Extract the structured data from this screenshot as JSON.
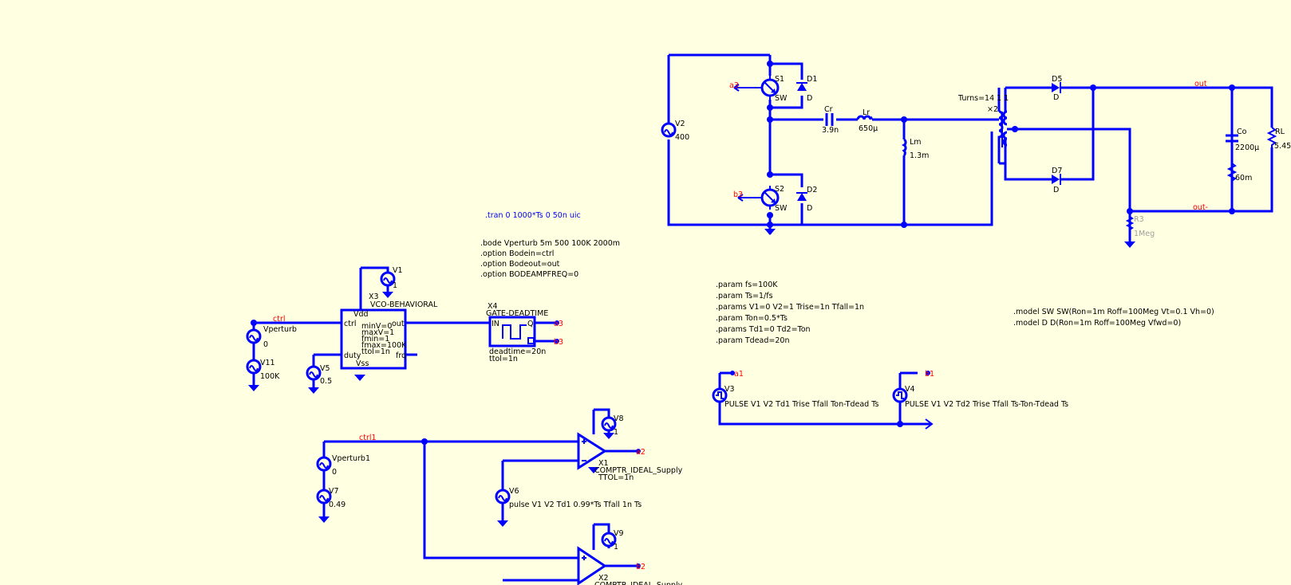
{
  "colors": {
    "background": "#ffffe1",
    "wire": "#0000ff",
    "net_label": "#ff0000",
    "directive_blue": "#0000ee",
    "disabled": "#a0a0a0"
  },
  "main_circuit": {
    "V2": {
      "name": "V2",
      "value": "400"
    },
    "S1": {
      "name": "S1",
      "value": "SW",
      "gate": "a3"
    },
    "S2": {
      "name": "S2",
      "value": "SW",
      "gate": "b3"
    },
    "D1": {
      "name": "D1",
      "value": "D"
    },
    "D2": {
      "name": "D2",
      "value": "D"
    },
    "Cr": {
      "name": "Cr",
      "value": "3.9n"
    },
    "Lr": {
      "name": "Lr",
      "value": "650µ"
    },
    "Lm": {
      "name": "Lm",
      "value": "1.3m"
    },
    "T1": {
      "turns": "Turns=14 1 1",
      "mult": "×2"
    },
    "D5": {
      "name": "D5",
      "value": "D"
    },
    "D7": {
      "name": "D7",
      "value": "D"
    },
    "Co": {
      "name": "Co",
      "value": "2200µ"
    },
    "Resr": {
      "value": "60m"
    },
    "RL": {
      "name": "RL",
      "value": "5.45"
    },
    "R3": {
      "name": "R3",
      "value": "1Meg"
    },
    "nets": {
      "out": "out",
      "out_neg": "out-"
    }
  },
  "directives": {
    "tran": ".tran 0 1000*Ts 0 50n uic",
    "bode": [
      ".bode Vperturb 5m 500 100K 2000m",
      ".option Bodein=ctrl",
      ".option Bodeout=out",
      ".option BODEAMPFREQ=0"
    ],
    "params": [
      ".param fs=100K",
      ".param Ts=1/fs",
      ".params V1=0 V2=1 Trise=1n Tfall=1n",
      ".param Ton=0.5*Ts",
      ".params Td1=0 Td2=Ton",
      ".param Tdead=20n"
    ],
    "models": [
      ".model SW SW(Ron=1m Roff=100Meg Vt=0.1 Vh=0)",
      ".model D D(Ron=1m Roff=100Meg Vfwd=0)"
    ]
  },
  "vco_block": {
    "X3": "X3",
    "type": "VCO-BEHAVIORAL",
    "pins": {
      "vdd": "Vdd",
      "vss": "Vss",
      "ctrl": "ctrl",
      "out": "out",
      "duty": "duty",
      "frq": "frq"
    },
    "params": [
      "minV=0",
      "maxV=1",
      "fmin=1",
      "fmax=100K",
      "ttol=1n"
    ],
    "V1": {
      "name": "V1",
      "value": "1"
    },
    "Vperturb": {
      "name": "Vperturb",
      "value": "0"
    },
    "V11": {
      "name": "V11",
      "value": "100K"
    },
    "V5": {
      "name": "V5",
      "value": "0.5"
    },
    "ctrl_net": "ctrl"
  },
  "deadtime_block": {
    "X4": "X4",
    "type": "GATE-DEADTIME",
    "pins": {
      "in": "IN",
      "q": "Q"
    },
    "params": [
      "deadtime=20n",
      "ttol=1n"
    ],
    "nets": {
      "a3": "a3",
      "b3": "b3"
    }
  },
  "pulse_sources": {
    "V3": {
      "name": "V3",
      "value": "PULSE V1 V2 Td1 Trise Tfall Ton-Tdead Ts",
      "net": "a1"
    },
    "V4": {
      "name": "V4",
      "value": "PULSE V1 V2 Td2 Trise Tfall Ts-Ton-Tdead Ts",
      "net": "b1"
    }
  },
  "comparator_section": {
    "ctrl_net": "ctrl1",
    "Vperturb1": {
      "name": "Vperturb1",
      "value": "0"
    },
    "V7": {
      "name": "V7",
      "value": "0.49"
    },
    "V6": {
      "name": "V6",
      "value": "pulse V1 V2 Td1 0.99*Ts Tfall 1n Ts"
    },
    "V8": {
      "name": "V8",
      "value": "1"
    },
    "V9": {
      "name": "V9",
      "value": "1"
    },
    "X1": {
      "name": "X1",
      "type": "COMPTR_IDEAL_Supply",
      "param": "TTOL=1n",
      "net": "a2"
    },
    "X2": {
      "name": "X2",
      "type": "COMPTR_IDEAL_Supply",
      "net": "b2"
    }
  }
}
